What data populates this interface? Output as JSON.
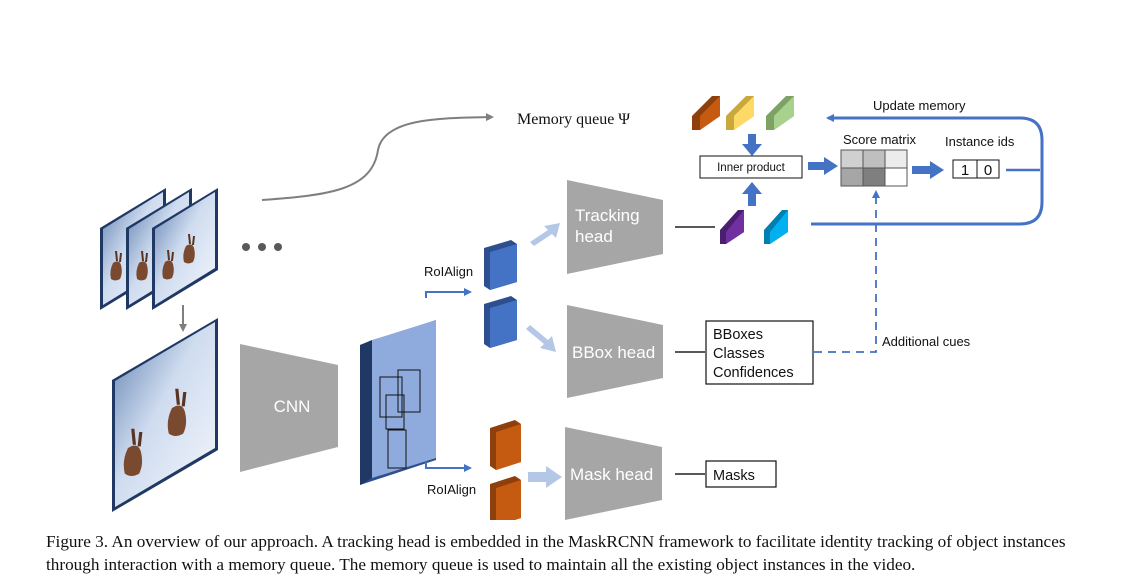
{
  "memory_queue": {
    "label": "Memory queue Ψ"
  },
  "update_memory": "Update memory",
  "inner_product": "Inner product",
  "score_matrix": "Score matrix",
  "instance_ids": {
    "title": "Instance ids",
    "values": [
      "1",
      "0"
    ]
  },
  "heads": {
    "tracking": [
      "Tracking",
      "head"
    ],
    "bbox": "BBox head",
    "mask": "Mask head"
  },
  "backbone": "CNN",
  "roialign": [
    "RoIAlign",
    "RoIAlign"
  ],
  "bbox_outputs": [
    "BBoxes",
    "Classes",
    "Confidences"
  ],
  "mask_output": "Masks",
  "additional_cues": "Additional cues",
  "caption": "Figure 3. An overview of our approach. A tracking head is embedded in the MaskRCNN framework to facilitate identity tracking of object instances through interaction with a memory queue. The memory queue is used to maintain all the existing object instances in the video.",
  "colors": {
    "arrow_blue": "#4472c4",
    "head_gray": "#a6a6a6",
    "feature_map": "#8faadc",
    "roi_blue": "#4472c4",
    "roi_orange": "#c55a11",
    "memory_cubes": [
      "#c55a11",
      "#ffd966",
      "#a9d18e"
    ],
    "query_cubes": [
      "#7030a0",
      "#00b0f0"
    ]
  }
}
